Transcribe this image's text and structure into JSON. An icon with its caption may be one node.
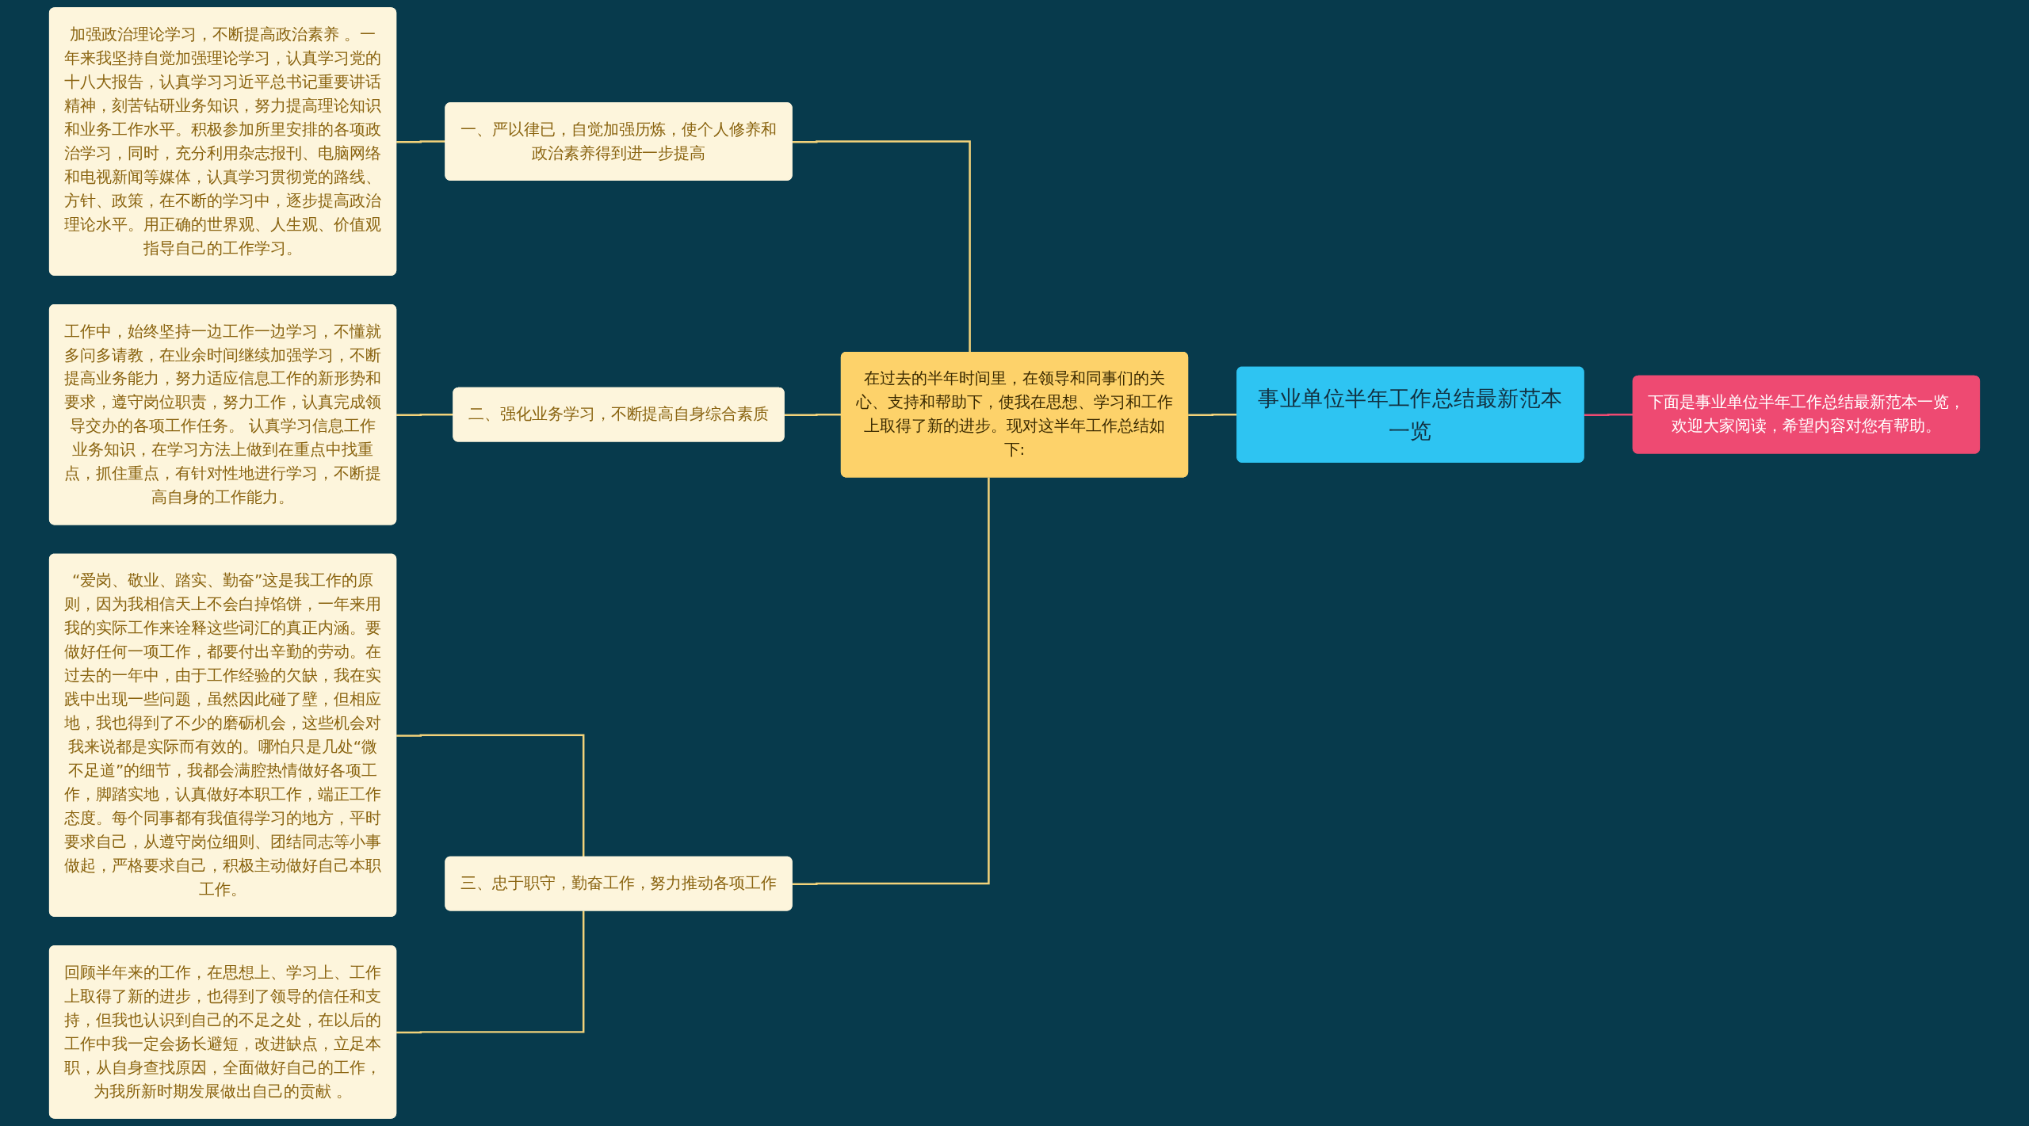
{
  "diagram": {
    "nodes": [
      {
        "text": [
          "事业单位半年工作总结最新范本一览"
        ]
      },
      {
        "text": [
          "下面是事业单位半年工作总结最新范本一览，欢迎大家阅读，希望内容对您有帮助。"
        ]
      },
      {
        "text": [
          "在过去的半年时间里，在领导和同事们的关心、支持和帮助下，使我在思想、学习和工作上取得了新的进步。现对这半年工作总结如下:"
        ]
      },
      {
        "text": [
          "一、严以律已，自觉加强历炼，使个人修养和政治素养得到进一步提高"
        ]
      },
      {
        "text": [
          "加强政治理论学习，不断提高政治素养 。一年来我坚持自觉加强理论学习，认真学习党的十八大报告，认真学习习近平总书记重要讲话精神，刻苦钻研业务知识，努力提高理论知识和业务工作水平。积极参加所里安排的各项政治学习，同时，充分利用杂志报刊、电脑网络和电视新闻等媒体，认真学习贯彻党的路线、方针、政策，在不断的学习中，逐步提高政治理论水平。用正确的世界观、人生观、价值观指导自己的工作学习。"
        ]
      },
      {
        "text": [
          "二、强化业务学习，不断提高自身综合素质"
        ]
      },
      {
        "text": [
          "工作中，始终坚持一边工作一边学习，不懂就多问多请教，在业余时间继续加强学习，不断提高业务能力，努力适应信息工作的新形势和要求，遵守岗位职责，努力工作，认真完成领导交办的各项工作任务。 认真学习信息工作业务知识，在学习方法上做到在重点中找重点，抓住重点，有针对性地进行学习，不断提高自身的工作能力。"
        ]
      },
      {
        "text": [
          "三、忠于职守，勤奋工作，努力推动各项工作"
        ]
      },
      {
        "text": [
          "“爱岗、敬业、踏实、勤奋”这是我工作的原则，因为我相信天上不会白掉馅饼，一年来用我的实际工作来诠释这些词汇的真正内涵。要做好任何一项工作，都要付出辛勤的劳动。在过去的一年中，由于工作经验的欠缺，我在实践中出现一些问题，虽然因此碰了壁，但相应地，我也得到了不少的磨砺机会，这些机会对我来说都是实际而有效的。哪怕只是几处“微不足道”的细节，我都会满腔热情做好各项工作，脚踏实地，认真做好本职工作，端正工作态度。每个同事都有我值得学习的地方，平时要求自己，从遵守岗位细则、团结同志等小事做起，严格要求自己，积极主动做好自己本职工作。"
        ]
      },
      {
        "text": [
          "回顾半年来的工作，在思想上、学习上、工作上取得了新的进步，也得到了领导的信任和支持，但我也认识到自己的不足之处，在以后的工作中我一定会扬长避短，改进缺点，立足本职，从自身查找原因，全面做好自己的工作，为我所新时期发展做出自己的贡献 。"
        ]
      }
    ],
    "edges": [
      {
        "from": 1,
        "to": 0,
        "arrow": "none",
        "color": "#ee4a72"
      },
      {
        "from": 0,
        "to": 2,
        "arrow": "none"
      },
      {
        "from": 2,
        "to": 3,
        "arrow": "none"
      },
      {
        "from": 3,
        "to": 4,
        "arrow": "none"
      },
      {
        "from": 2,
        "to": 5,
        "arrow": "none"
      },
      {
        "from": 5,
        "to": 6,
        "arrow": "none"
      },
      {
        "from": 2,
        "to": 7,
        "arrow": "none"
      },
      {
        "from": 7,
        "to": 8,
        "arrow": "none"
      },
      {
        "from": 7,
        "to": 9,
        "arrow": "none"
      }
    ]
  }
}
